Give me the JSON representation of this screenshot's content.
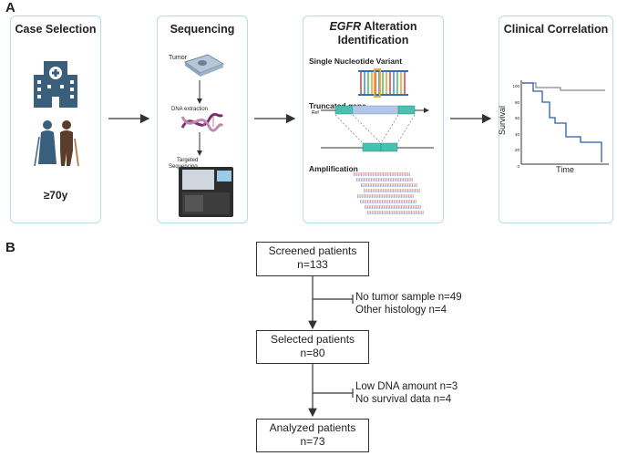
{
  "panel_a": {
    "label": "A",
    "steps": [
      {
        "title": "Case Selection",
        "note": "≥70y"
      },
      {
        "title": "Sequencing",
        "tumor": "Tumor",
        "dna_extraction": "DNA extraction",
        "targeted_1": "Targeted",
        "targeted_2": "Sequencing"
      },
      {
        "title_italic": "EGFR",
        "title_rest": " Alteration",
        "title_line2": "Identification",
        "snv": "Single Nucleotide Variant",
        "truncated": "Truncated gene",
        "ref": "Ref",
        "amplification": "Amplification"
      },
      {
        "title": "Clinical Correlation",
        "ylabel": "Survival",
        "xlabel": "Time",
        "yticks": [
          "100",
          "80",
          "60",
          "40",
          "20",
          "0"
        ]
      }
    ],
    "colors": {
      "card_border": "#b9dbe9",
      "arrow": "#333333",
      "building": "#3a5f7d",
      "km_blue": "#2a5db0",
      "km_gray": "#888888",
      "teal": "#4bbfb0"
    }
  },
  "panel_b": {
    "label": "B",
    "boxes": [
      {
        "line1": "Screened patients",
        "line2": "n=133"
      },
      {
        "line1": "Selected patients",
        "line2": "n=80"
      },
      {
        "line1": "Analyzed patients",
        "line2": "n=73"
      }
    ],
    "exclusions": [
      {
        "line1": "No tumor sample n=49",
        "line2": "Other histology n=4"
      },
      {
        "line1": "Low DNA amount n=3",
        "line2": "No survival data n=4"
      }
    ]
  }
}
